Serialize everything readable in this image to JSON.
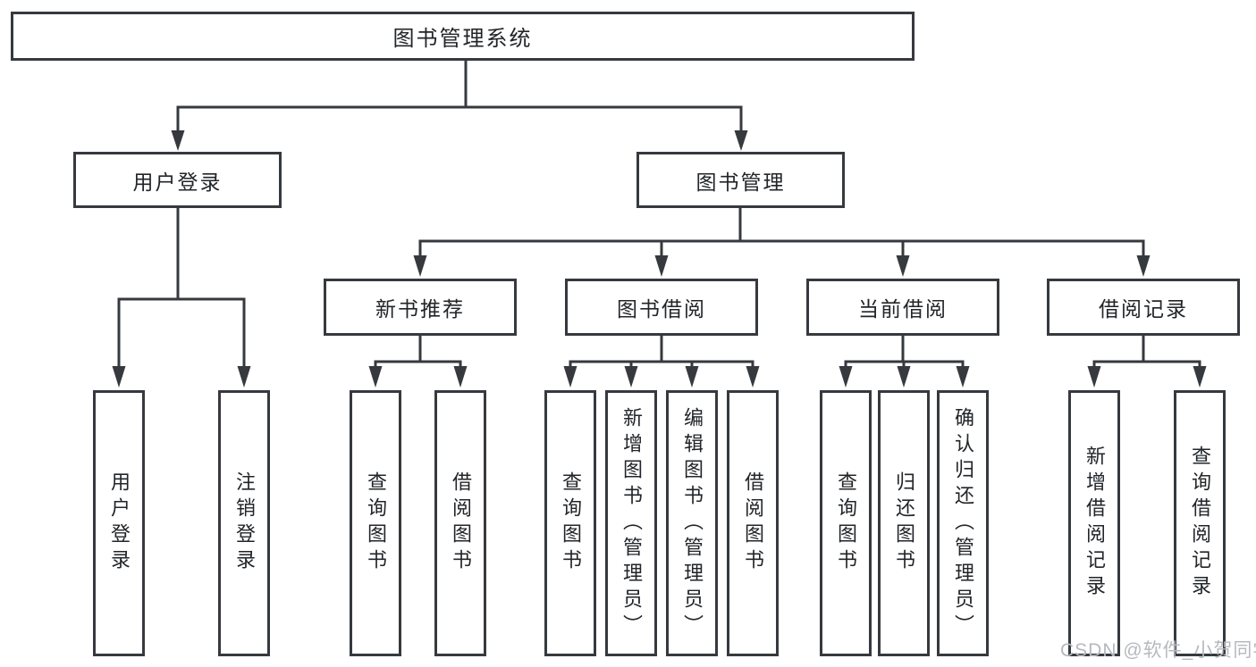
{
  "tree": {
    "root": {
      "label": "图书管理系统"
    },
    "branches": [
      {
        "label": "用户登录"
      },
      {
        "label": "图书管理"
      }
    ],
    "sections": [
      {
        "label": "新书推荐"
      },
      {
        "label": "图书借阅"
      },
      {
        "label": "当前借阅"
      },
      {
        "label": "借阅记录"
      }
    ],
    "leaves": [
      {
        "label": "用户登录"
      },
      {
        "label": "注销登录"
      },
      {
        "label": "查询图书"
      },
      {
        "label": "借阅图书"
      },
      {
        "label": "查询图书"
      },
      {
        "label": "新增图书（管理员）"
      },
      {
        "label": "编辑图书（管理员）"
      },
      {
        "label": "借阅图书"
      },
      {
        "label": "查询图书"
      },
      {
        "label": "归还图书"
      },
      {
        "label": "确认归还（管理员）"
      },
      {
        "label": "新增借阅记录"
      },
      {
        "label": "查询借阅记录"
      }
    ]
  },
  "watermark": "CSDN @软件_小贺同学",
  "colors": {
    "line": "#36393e",
    "text": "#222528",
    "watermark": "#b5b9bf",
    "background": "#ffffff"
  }
}
